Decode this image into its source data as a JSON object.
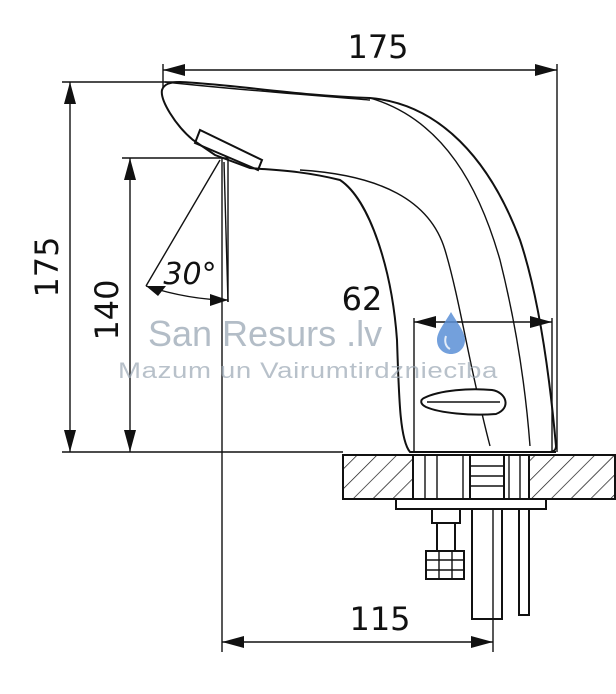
{
  "dimensions": {
    "overall_width": "175",
    "overall_height": "175",
    "outlet_height": "140",
    "spray_angle": "30°",
    "body_width": "62",
    "projection": "115"
  },
  "watermark": {
    "brand": "San Resurs .lv",
    "tagline": "Mazum un Vairumtirdzniecība"
  },
  "colors": {
    "line": "#111111",
    "watermark": "#9aa7b4",
    "drop": "#5b8fd6"
  }
}
